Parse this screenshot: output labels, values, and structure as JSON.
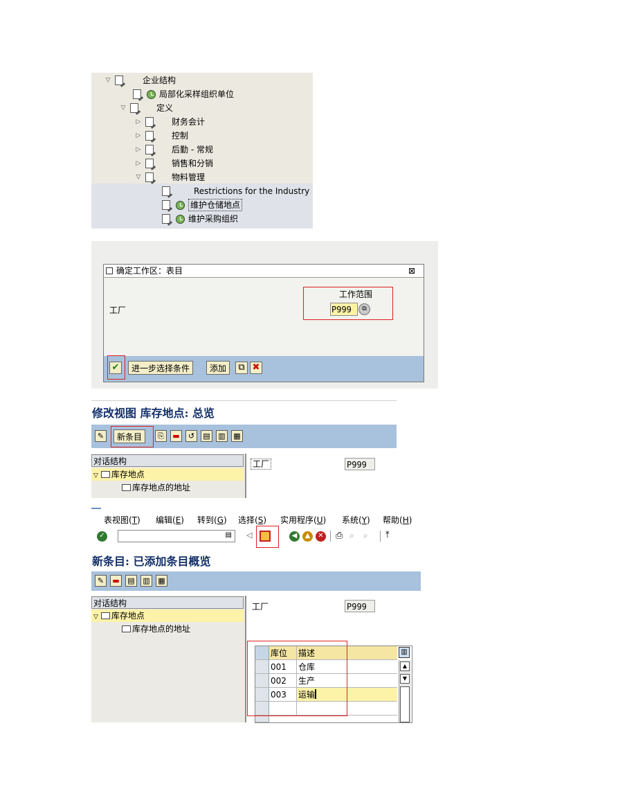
{
  "tree": {
    "root": "企业结构",
    "localize": "局部化采样组织单位",
    "define": "定义",
    "items": [
      "财务会计",
      "控制",
      "后勤 - 常规",
      "销售和分销",
      "物料管理"
    ],
    "restrictions": "Restrictions for the Industry",
    "maintain_storage": "维护仓储地点",
    "maintain_purch": "维护采购组织",
    "cut_text": "..."
  },
  "dialog": {
    "title": "确定工作区：表目",
    "close": "⊠",
    "field_label": "工厂",
    "range_label": "工作范围",
    "plant_value": "P999",
    "more_criteria": "进一步选择条件",
    "add": "添加",
    "check": "✔",
    "cancel": "✖"
  },
  "overview": {
    "title": "修改视图 库存地点: 总览",
    "new_entry": "新条目",
    "dialog_structure": "对话结构",
    "node_storage": "库存地点",
    "node_address": "库存地点的地址",
    "plant_label": "工厂",
    "plant_value": "P999"
  },
  "newentry": {
    "menus": [
      {
        "text": "表视图",
        "key": "T"
      },
      {
        "text": "编辑",
        "key": "E"
      },
      {
        "text": "转到",
        "key": "G"
      },
      {
        "text": "选择",
        "key": "S"
      },
      {
        "text": "实用程序",
        "key": "U"
      },
      {
        "text": "系统",
        "key": "Y"
      },
      {
        "text": "帮助",
        "key": "H"
      }
    ],
    "title": "新条目: 已添加条目概览",
    "dialog_structure": "对话结构",
    "node_storage": "库存地点",
    "node_address": "库存地点的地址",
    "plant_label": "工厂",
    "plant_value": "P999",
    "col_location": "库位",
    "col_desc": "描述",
    "rows": [
      {
        "code": "001",
        "desc": "仓库"
      },
      {
        "code": "002",
        "desc": "生产"
      },
      {
        "code": "003",
        "desc": "运输"
      }
    ]
  }
}
